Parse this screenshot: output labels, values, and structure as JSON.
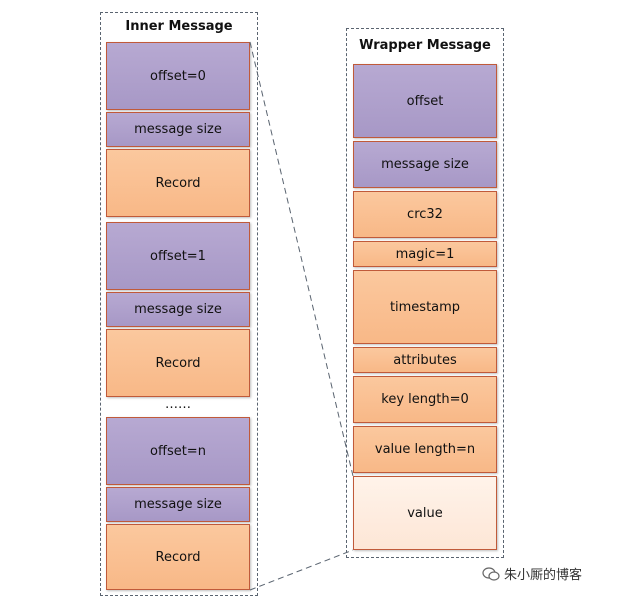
{
  "inner": {
    "title": "Inner Message",
    "blocks": [
      {
        "label": "offset=0",
        "color": "purple"
      },
      {
        "label": "message size",
        "color": "purple"
      },
      {
        "label": "Record",
        "color": "orange"
      },
      {
        "label": "offset=1",
        "color": "purple"
      },
      {
        "label": "message size",
        "color": "purple"
      },
      {
        "label": "Record",
        "color": "orange"
      },
      {
        "label": "offset=n",
        "color": "purple"
      },
      {
        "label": "message size",
        "color": "purple"
      },
      {
        "label": "Record",
        "color": "orange"
      }
    ],
    "ellipsis": "……"
  },
  "wrapper": {
    "title": "Wrapper Message",
    "blocks": [
      {
        "label": "offset",
        "color": "purple"
      },
      {
        "label": "message size",
        "color": "purple"
      },
      {
        "label": "crc32",
        "color": "orange"
      },
      {
        "label": "magic=1",
        "color": "orange"
      },
      {
        "label": "timestamp",
        "color": "orange"
      },
      {
        "label": "attributes",
        "color": "orange"
      },
      {
        "label": "key length=0",
        "color": "orange"
      },
      {
        "label": "value length=n",
        "color": "orange"
      },
      {
        "label": "value",
        "color": "light"
      }
    ]
  },
  "watermark": {
    "text": "朱小厮的博客"
  },
  "colors": {
    "purple": "#ab9cc9",
    "orange": "#f9bd8e",
    "light": "#fdeadc",
    "border": "#c05a3a",
    "frame": "#5a6470"
  }
}
